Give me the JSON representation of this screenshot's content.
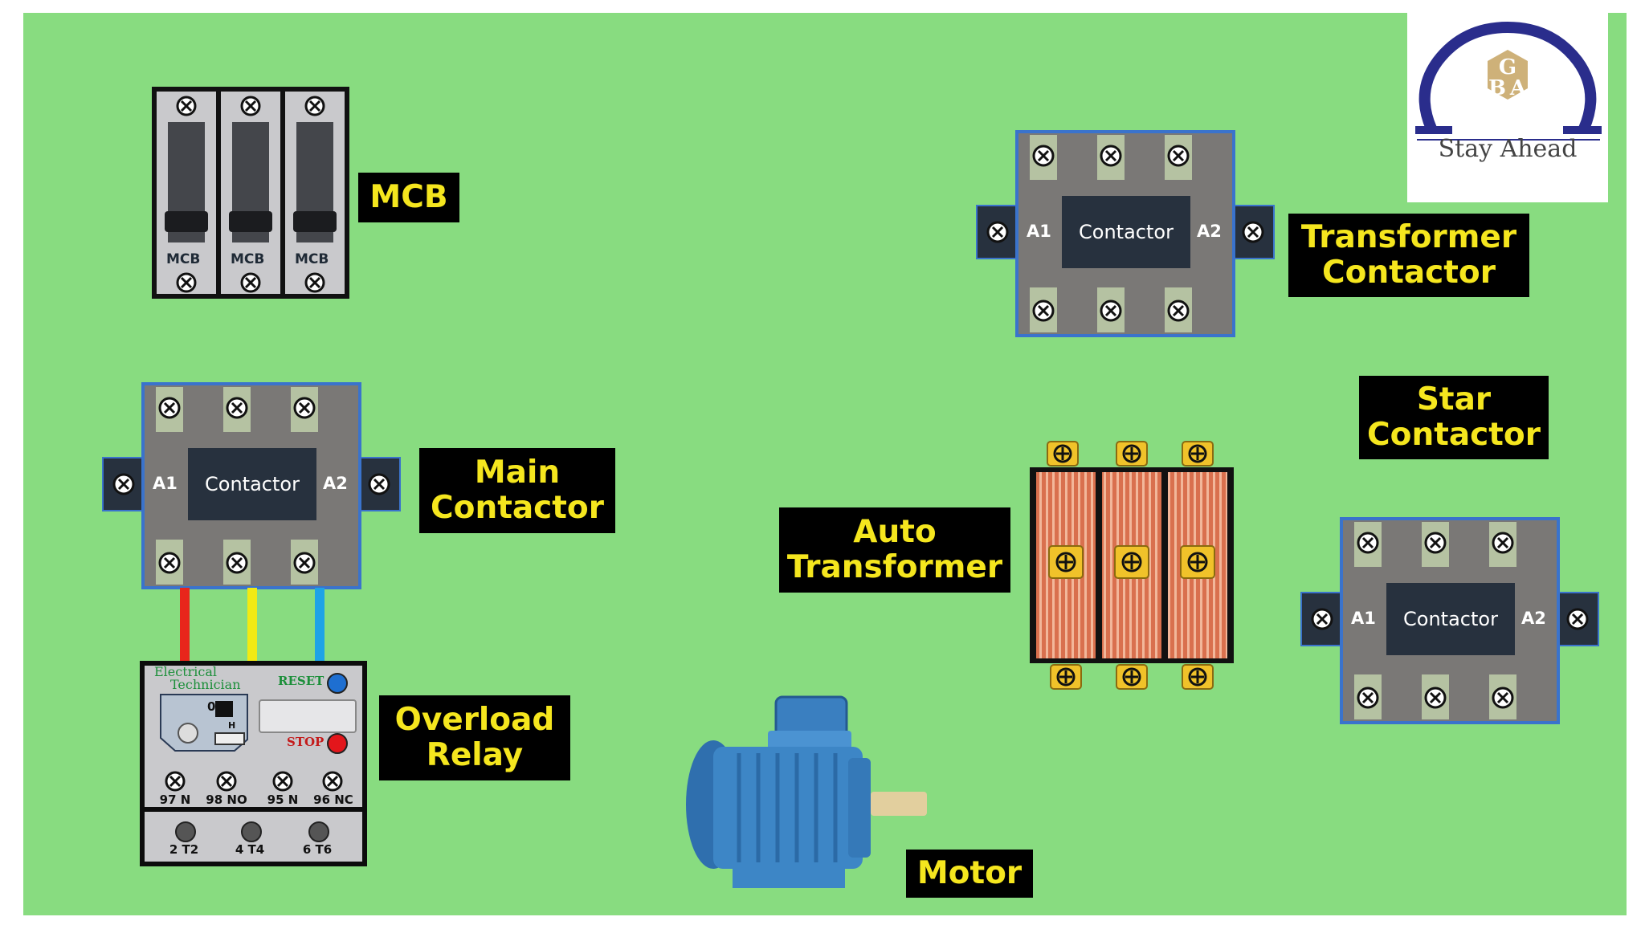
{
  "labels": {
    "mcb": "MCB",
    "main_contactor": [
      "Main",
      "Contactor"
    ],
    "overload_relay": [
      "Overload",
      "Relay"
    ],
    "auto_transformer": [
      "Auto",
      "Transformer"
    ],
    "transformer_contactor": [
      "Transformer",
      "Contactor"
    ],
    "star_contactor": [
      "Star",
      "Contactor"
    ],
    "motor": "Motor"
  },
  "mcb": {
    "pole_label": "MCB"
  },
  "contactor": {
    "body_label": "Contactor",
    "coil_a1": "A1",
    "coil_a2": "A2"
  },
  "overload": {
    "brand_line1": "Electrical",
    "brand_line2": "Technician",
    "reset_label": "RESET",
    "stop_label": "STOP",
    "dial_zero": "0",
    "dial_h": "H",
    "aux_terminals": [
      "97 N",
      "98 NO",
      "95 N",
      "96 NC"
    ],
    "load_terminals": [
      "2 T2",
      "4 T4",
      "6 T6"
    ]
  },
  "logo": {
    "tagline": "Stay Ahead",
    "letters": [
      "G",
      "B",
      "A"
    ]
  },
  "colors": {
    "background": "#88dc80",
    "label_bg": "#000000",
    "label_text": "#f5e61e",
    "wire_l1": "#e8261b",
    "wire_l2": "#f2ea12",
    "wire_l3": "#1ea3e6",
    "contactor_border": "#3a73cc",
    "reset_button": "#1e6fd1",
    "stop_button": "#e3161b",
    "motor": "#3d86c6"
  }
}
